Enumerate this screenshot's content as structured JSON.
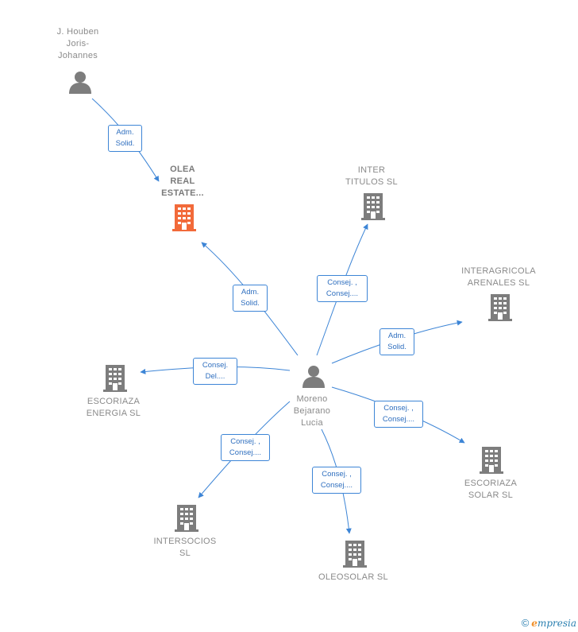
{
  "colors": {
    "edge": "#3d85d6",
    "company": "#7d7d7d",
    "main_company": "#f26a3a",
    "person": "#7d7d7d"
  },
  "nodes": {
    "houben": {
      "label": "J.  Houben\nJoris-\nJohannes",
      "icon": "person-icon"
    },
    "olea": {
      "label": "OLEA\nREAL\nESTATE...",
      "icon": "building-icon"
    },
    "inter_titulos": {
      "label": "INTER\nTITULOS  SL",
      "icon": "building-icon"
    },
    "interagricola": {
      "label": "INTERAGRICOLA\nARENALES  SL",
      "icon": "building-icon"
    },
    "escoriaza_energia": {
      "label": "ESCORIAZA\nENERGIA SL",
      "icon": "building-icon"
    },
    "moreno": {
      "label": "Moreno\nBejarano\nLucia",
      "icon": "person-icon"
    },
    "escoriaza_solar": {
      "label": "ESCORIAZA\nSOLAR SL",
      "icon": "building-icon"
    },
    "intersocios": {
      "label": "INTERSOCIOS\nSL",
      "icon": "building-icon"
    },
    "oleosolar": {
      "label": "OLEOSOLAR SL",
      "icon": "building-icon"
    }
  },
  "edges": {
    "houben_olea": "Adm.\nSolid.",
    "moreno_olea": "Adm.\nSolid.",
    "moreno_inter_titulos": "Consej. ,\nConsej....",
    "moreno_interagricola": "Adm.\nSolid.",
    "moreno_escoriaza_energia": "Consej.\nDel....",
    "moreno_escoriaza_solar": "Consej. ,\nConsej....",
    "moreno_intersocios": "Consej. ,\nConsej....",
    "moreno_oleosolar": "Consej. ,\nConsej...."
  },
  "footer": {
    "copyright": "©",
    "brand_initial": "e",
    "brand_rest": "mpresia"
  }
}
